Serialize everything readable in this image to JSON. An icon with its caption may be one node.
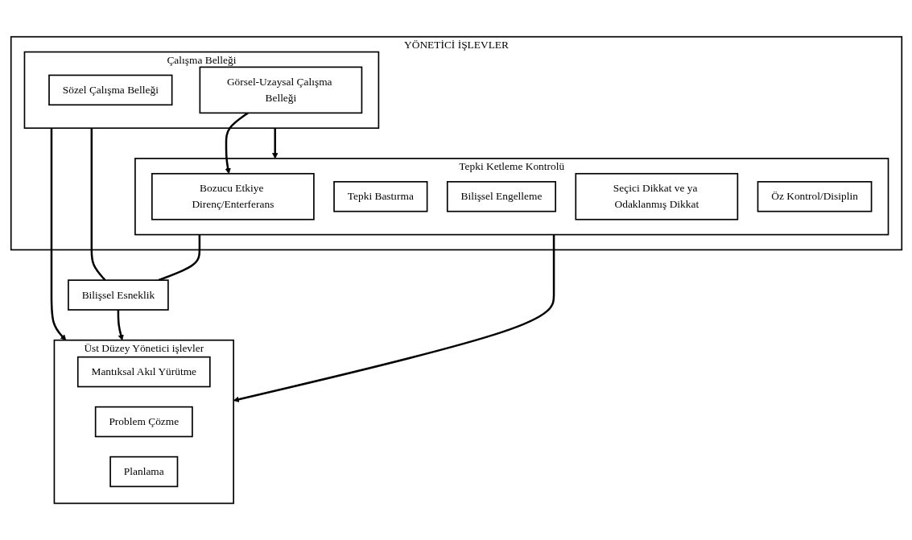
{
  "diagram": {
    "nodes": [
      {
        "text": [
          "YÖNETİCİ İŞLEVLER"
        ]
      },
      {
        "text": [
          "Çalışma Belleği"
        ],
        "in": 0
      },
      {
        "text": [
          "Sözel Çalışma Belleği"
        ],
        "in": 1
      },
      {
        "text": [
          "Görsel-Uzaysal Çalışma Belleği"
        ],
        "in": 1
      },
      {
        "text": [
          "Tepki Ketleme Kontrolü"
        ],
        "in": 0
      },
      {
        "text": [
          "Bozucu Etkiye Direnç/Enterferans"
        ],
        "in": 4
      },
      {
        "text": [
          "Tepki Bastırma"
        ],
        "in": 4
      },
      {
        "text": [
          "Bilişsel Engelleme"
        ],
        "in": 4
      },
      {
        "text": [
          "Seçici Dikkat ve ya Odaklanmış Dikkat"
        ],
        "in": 4
      },
      {
        "text": [
          "Öz Kontrol/Disiplin"
        ],
        "in": 4
      },
      {
        "text": [
          "Bilişsel Esneklik"
        ]
      },
      {
        "text": [
          "Üst Düzey Yönetici işlevler"
        ]
      },
      {
        "text": [
          "Mantıksal Akıl Yürütme"
        ],
        "in": 11
      },
      {
        "text": [
          "Problem Çözme"
        ],
        "in": 11
      },
      {
        "text": [
          "Planlama"
        ],
        "in": 11
      }
    ],
    "edges": [
      {
        "from": 1,
        "to": 4,
        "arrow": "to"
      },
      {
        "from": 3,
        "to": 5,
        "arrow": "to"
      },
      {
        "from": 1,
        "to": 10,
        "arrow": "none"
      },
      {
        "from": 4,
        "to": 10,
        "arrow": "none"
      },
      {
        "from": 1,
        "to": 11,
        "arrow": "to"
      },
      {
        "from": 10,
        "to": 11,
        "arrow": "to"
      },
      {
        "from": 4,
        "to": 11,
        "arrow": "to"
      }
    ]
  }
}
